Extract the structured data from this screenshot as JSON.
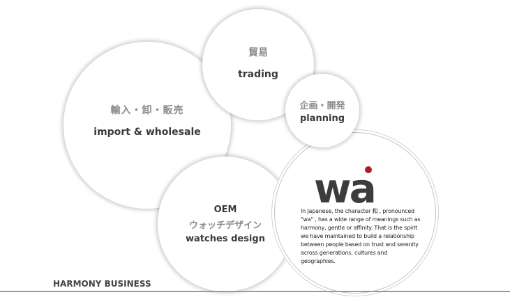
{
  "circles": {
    "import_wholesale": {
      "jp": "輸入・卸・販売",
      "en": "import & wholesale"
    },
    "trading": {
      "jp": "貿易",
      "en": "trading"
    },
    "planning": {
      "jp": "企画・開発",
      "en": "planning"
    },
    "oem": {
      "line1": "OEM",
      "jp": "ウォッチデザイン",
      "en": "watches design"
    }
  },
  "wa": {
    "logo_text": "wa",
    "logo_color": "#3c3c3c",
    "dot_color": "#b01c24",
    "description": "In Japanese, the character 和 , pronounced \"wa\" , has a wide range of meanings such as harmony, gentle or affinity. That is the spirit we have maintained to build a relationship between people based on trust and serenity across generations, cultures and geographies."
  },
  "footer": {
    "label": "HARMONY BUSINESS"
  }
}
